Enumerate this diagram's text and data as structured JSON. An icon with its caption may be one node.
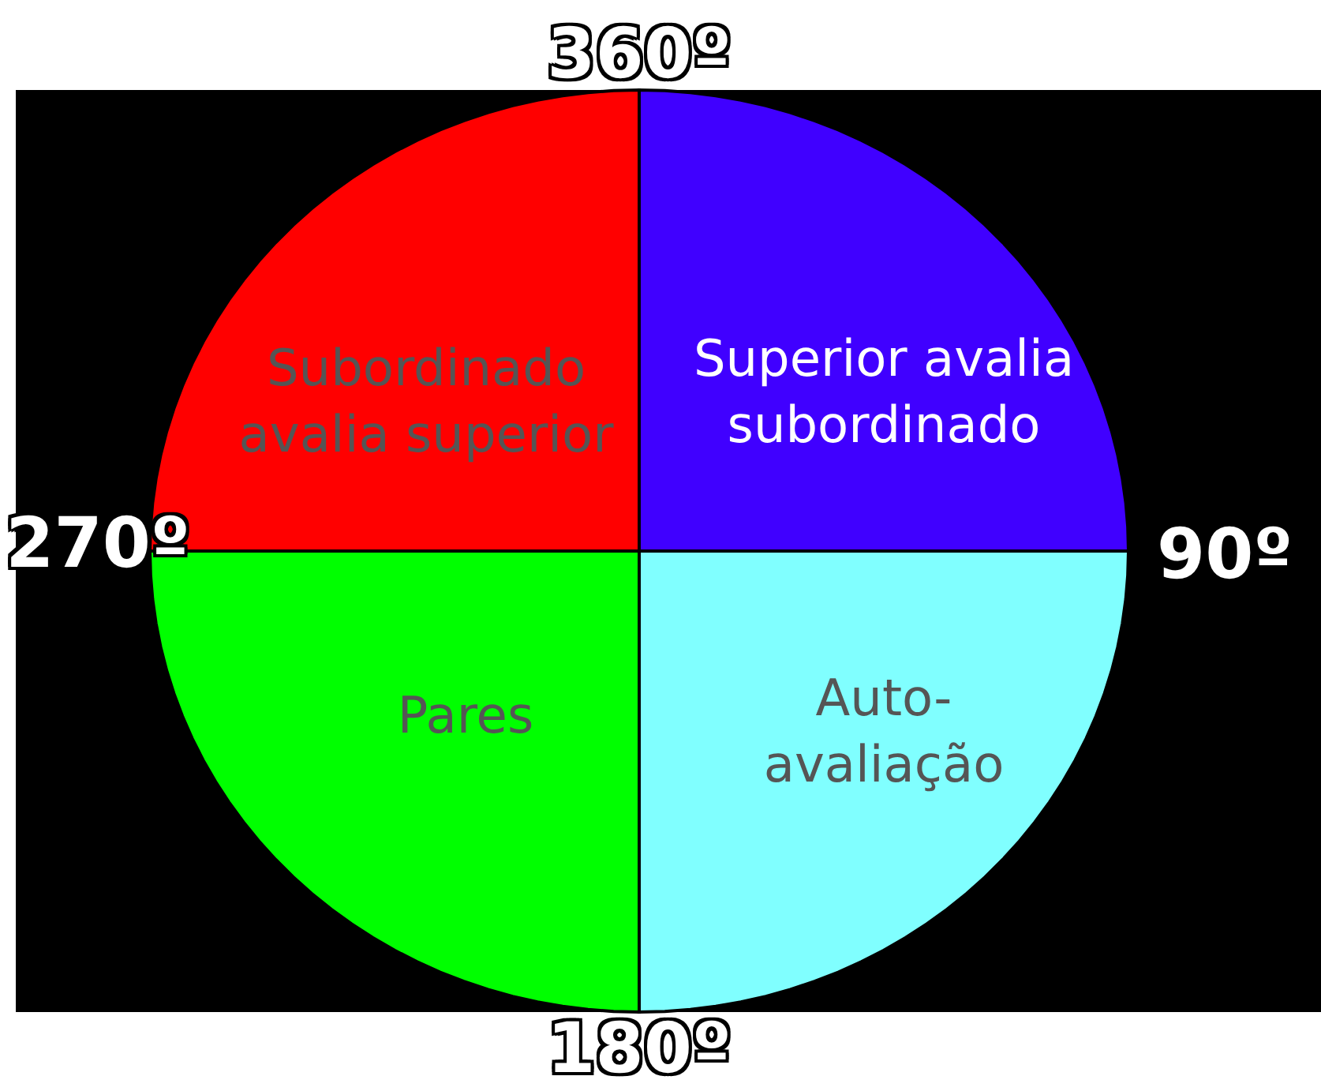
{
  "diagram": {
    "nodes": [
      {
        "text": [
          "Subordinado avalia superior"
        ]
      },
      {
        "text": [
          "Superior avalia subordinado"
        ]
      },
      {
        "text": [
          "Pares"
        ]
      },
      {
        "text": [
          "Auto-avaliação"
        ]
      }
    ],
    "labels": [
      "360º",
      "270º",
      "90º",
      "180º"
    ]
  }
}
